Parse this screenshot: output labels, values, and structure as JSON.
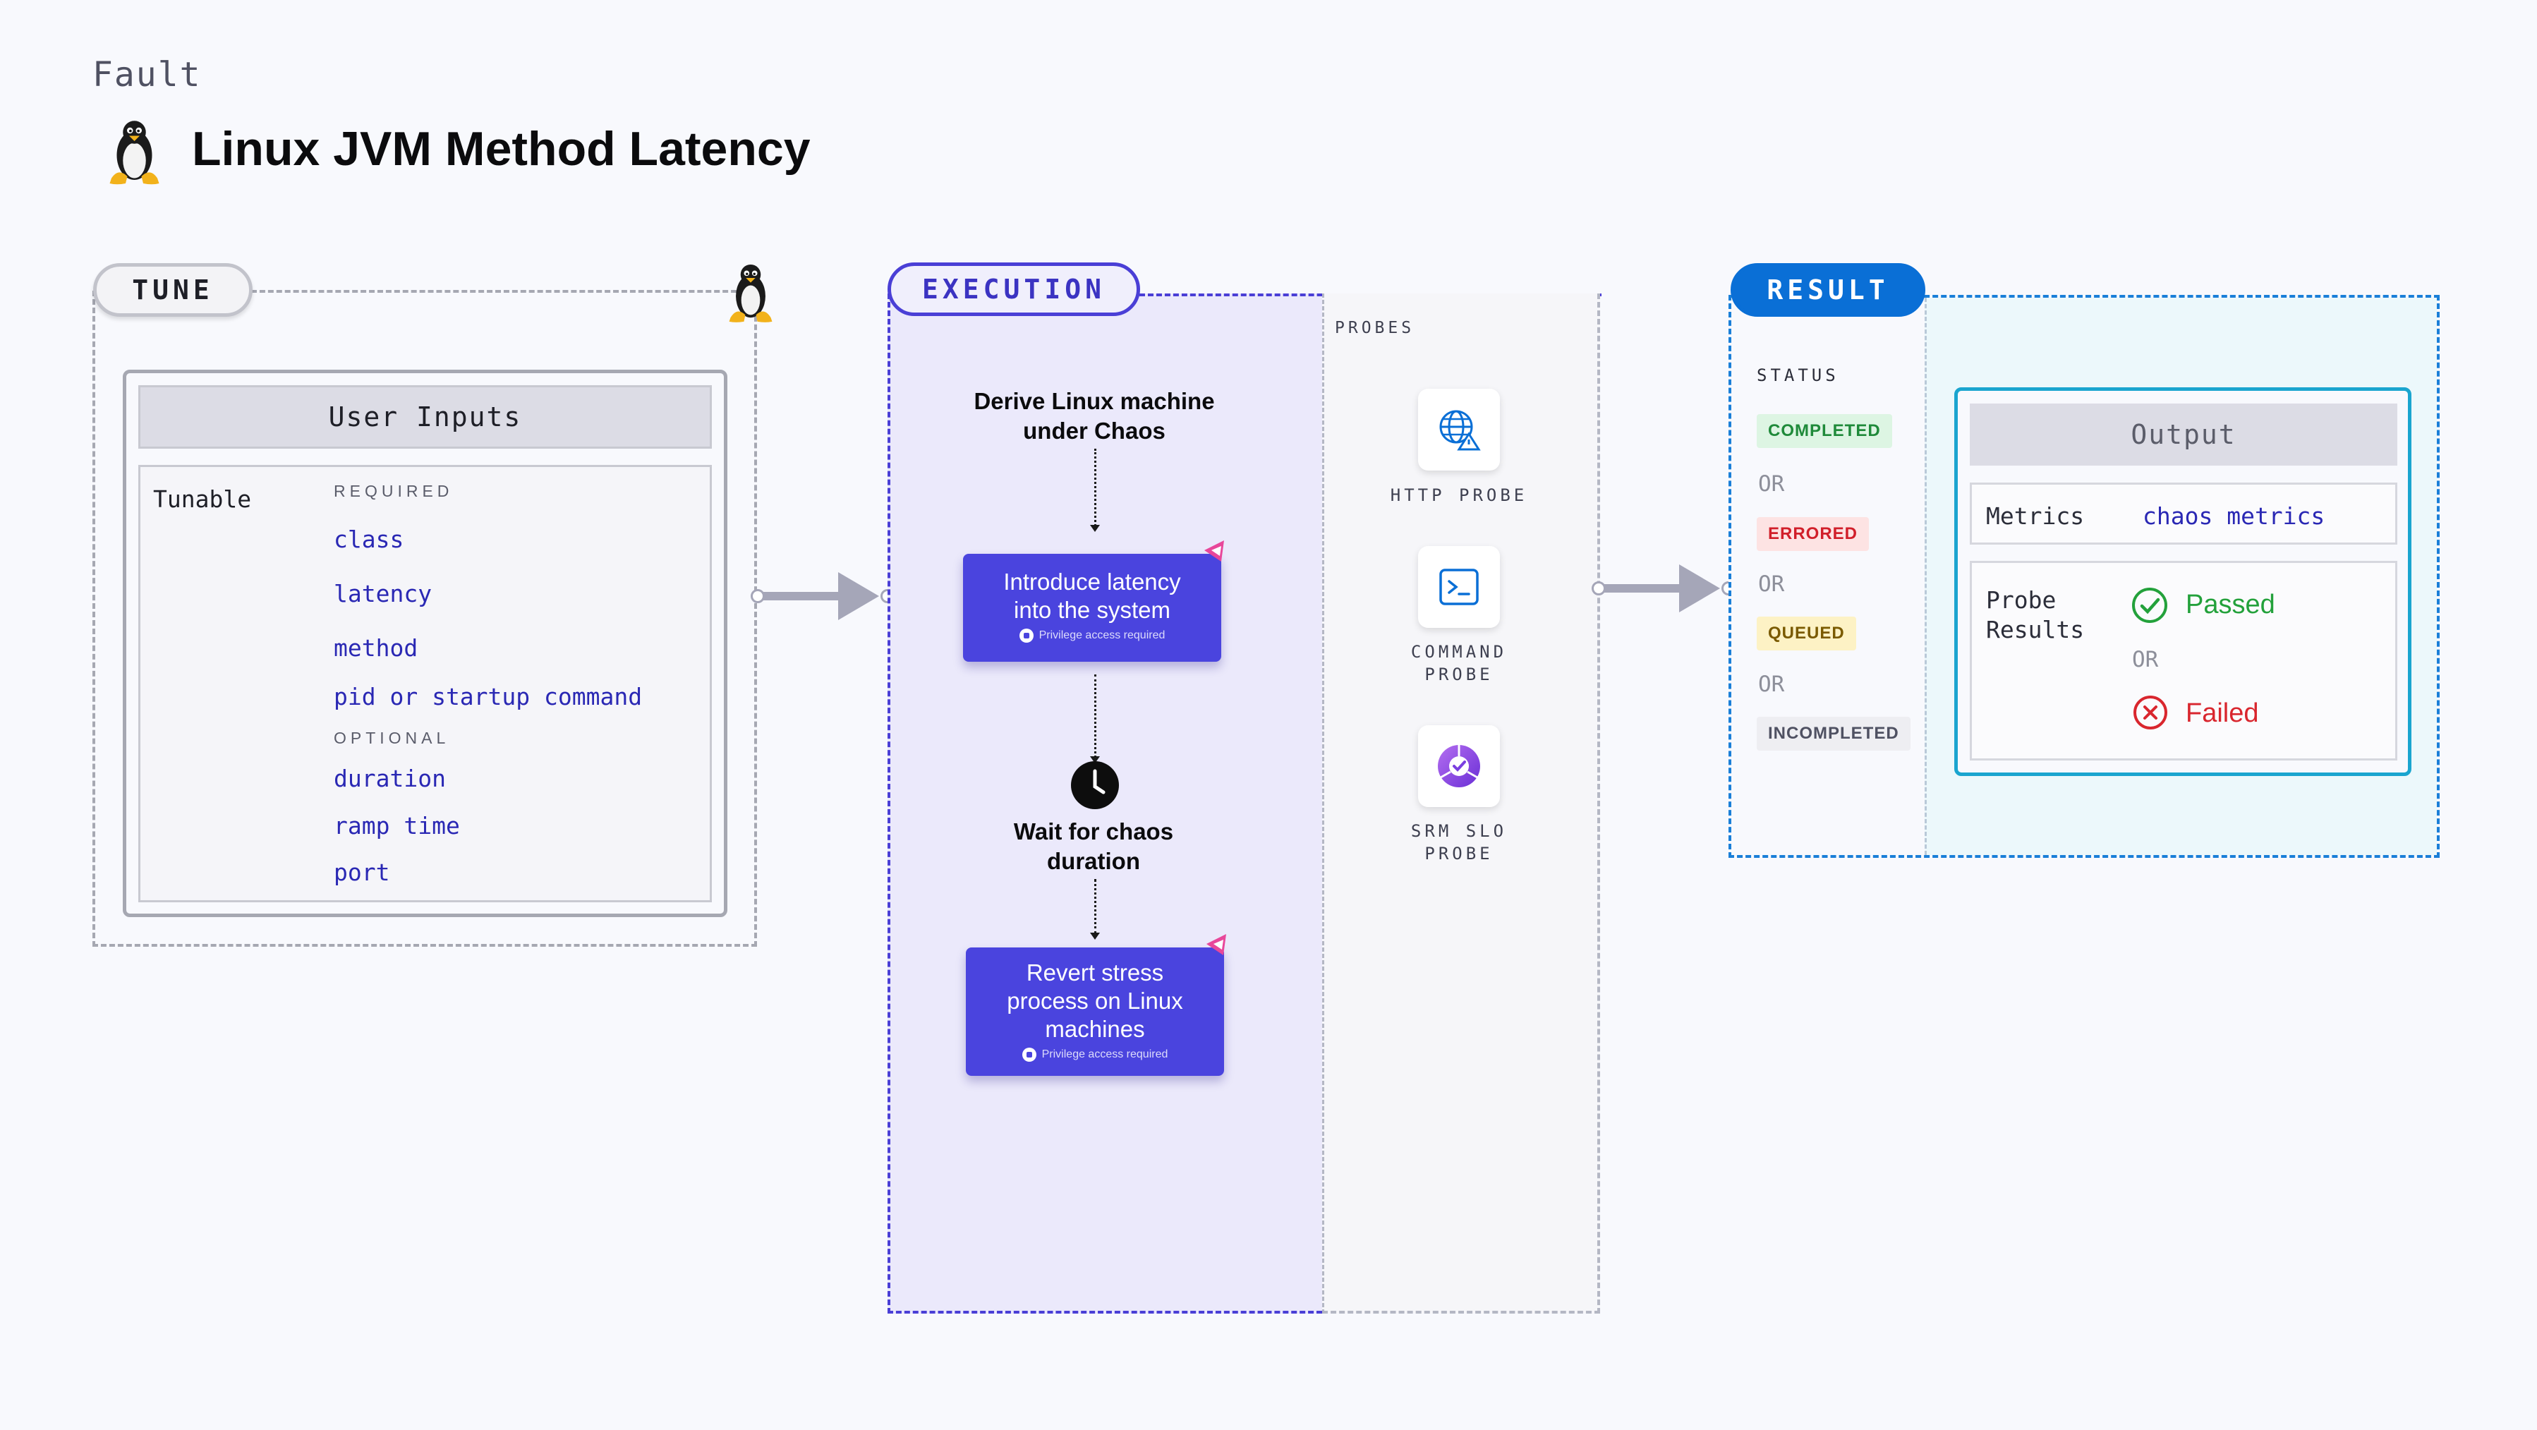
{
  "header": {
    "fault_label": "Fault",
    "title": "Linux JVM Method Latency",
    "title_icon": "linux-tux-icon"
  },
  "tune": {
    "pill": "TUNE",
    "corner_icon": "linux-tux-icon",
    "user_inputs_title": "User Inputs",
    "tunable_label": "Tunable",
    "required_label": "REQUIRED",
    "required": [
      "class",
      "latency",
      "method",
      "pid or startup command"
    ],
    "optional_label": "OPTIONAL",
    "optional": [
      "duration",
      "ramp time",
      "port"
    ]
  },
  "execution": {
    "pill": "EXECUTION",
    "step1": "Derive Linux machine under Chaos",
    "step2": "Introduce latency into the system",
    "step2_privilege": "Privilege access required",
    "step3": "Wait for chaos duration",
    "step4": "Revert stress process on Linux machines",
    "step4_privilege": "Privilege access required",
    "probes_label": "PROBES",
    "probes": [
      {
        "name": "HTTP PROBE",
        "icon": "http-globe-icon"
      },
      {
        "name": "COMMAND PROBE",
        "icon": "terminal-icon"
      },
      {
        "name": "SRM SLO PROBE",
        "icon": "srm-slo-icon"
      }
    ]
  },
  "result": {
    "pill": "RESULT",
    "status_label": "STATUS",
    "statuses": [
      "COMPLETED",
      "ERRORED",
      "QUEUED",
      "INCOMPLETED"
    ],
    "or": "OR",
    "output_title": "Output",
    "metrics_label": "Metrics",
    "metrics_value": "chaos metrics",
    "probe_results_label": "Probe Results",
    "passed": "Passed",
    "failed": "Failed"
  },
  "colors": {
    "execution_accent": "#4a3fd6",
    "result_accent": "#0a6fd6",
    "completed_bg": "#ddf5e3",
    "completed_fg": "#1f8a3a",
    "errored_bg": "#fde3e3",
    "errored_fg": "#d11f2a",
    "queued_bg": "#fdf2c5",
    "queued_fg": "#7a5a00",
    "incompleted_bg": "#eeeef2",
    "incompleted_fg": "#4f5162",
    "passed": "#23a13b",
    "failed": "#d9262e"
  }
}
